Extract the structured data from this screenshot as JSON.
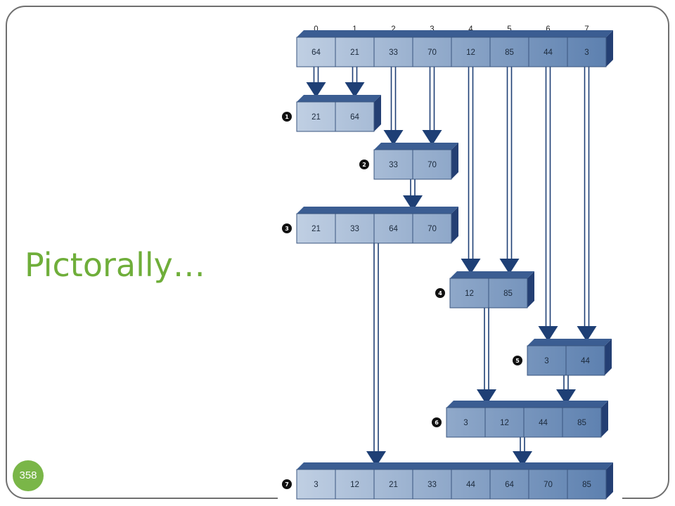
{
  "slide": {
    "title": "Pictorally…",
    "page_number": "358"
  },
  "diagram": {
    "indices": [
      "0",
      "1",
      "2",
      "3",
      "4",
      "5",
      "6",
      "7"
    ],
    "rows": [
      {
        "id": "input",
        "step": "",
        "values": [
          "64",
          "21",
          "33",
          "70",
          "12",
          "85",
          "44",
          "3"
        ]
      },
      {
        "id": "step-1",
        "step": "1",
        "values": [
          "21",
          "64"
        ]
      },
      {
        "id": "step-2",
        "step": "2",
        "values": [
          "33",
          "70"
        ]
      },
      {
        "id": "step-3",
        "step": "3",
        "values": [
          "21",
          "33",
          "64",
          "70"
        ]
      },
      {
        "id": "step-4",
        "step": "4",
        "values": [
          "12",
          "85"
        ]
      },
      {
        "id": "step-5",
        "step": "5",
        "values": [
          "3",
          "44"
        ]
      },
      {
        "id": "step-6",
        "step": "6",
        "values": [
          "3",
          "12",
          "44",
          "85"
        ]
      },
      {
        "id": "step-7",
        "step": "7",
        "values": [
          "3",
          "12",
          "21",
          "33",
          "44",
          "64",
          "70",
          "85"
        ]
      }
    ],
    "colors": {
      "cell_light": "#c6d4e6",
      "cell_dark": "#5a7eae",
      "box_side": "#243f73",
      "box_bottom": "#3b5d92",
      "border": "#3a557f",
      "arrow": "#1e3f75",
      "step_badge": "#111111"
    }
  }
}
